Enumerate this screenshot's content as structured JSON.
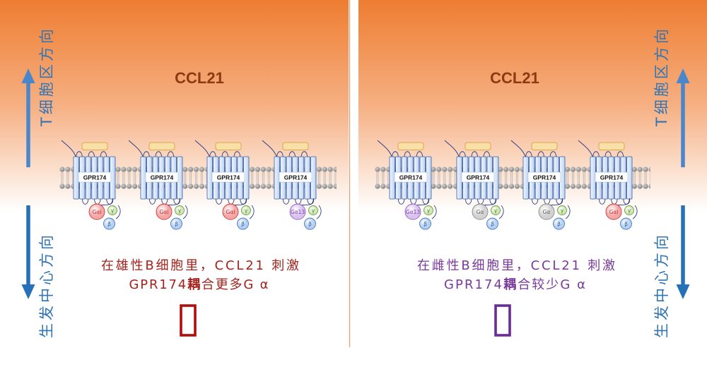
{
  "directions": {
    "t_zone": "T细胞区方向",
    "germinal_center": "生发中心方向"
  },
  "g_beta": "β",
  "g_gamma": "γ",
  "panels": [
    {
      "ligand": "CCL21",
      "accent_color": "#a3231c",
      "mark_color": "#b00d0d",
      "receptors": [
        {
          "label": "GPR174",
          "g_alpha": "Gαi"
        },
        {
          "label": "GPR174",
          "g_alpha": "Gαi"
        },
        {
          "label": "GPR174",
          "g_alpha": "Gαi"
        },
        {
          "label": "GPR174",
          "g_alpha": "Gα13"
        }
      ],
      "caption": {
        "line1": "在雄性B细胞里，CCL21 刺激",
        "line2_start": "GPR174",
        "line2_emphasis": "耦",
        "line2_end": "合更多G α"
      }
    },
    {
      "ligand": "CCL21",
      "accent_color": "#7a3a9c",
      "mark_color": "#6b2c99",
      "receptors": [
        {
          "label": "GPR174",
          "g_alpha": "Gα13"
        },
        {
          "label": "GPR174",
          "g_alpha": "Gα"
        },
        {
          "label": "GPR174",
          "g_alpha": "Gα"
        },
        {
          "label": "GPR174",
          "g_alpha": "Gαi"
        }
      ],
      "caption": {
        "line1": "在雌性B细胞里，CCL21 刺激",
        "line2_start": "GPR174",
        "line2_emphasis": "耦",
        "line2_end": "合较少G α"
      }
    }
  ],
  "g_alpha_colors": {
    "Gαi": {
      "fill": "#f4a7a7",
      "stroke": "#cf3b3b",
      "text": "#c0282a"
    },
    "Gα13": {
      "fill": "#d9c2ee",
      "stroke": "#9566c4",
      "text": "#7d42b5"
    },
    "Gα": {
      "fill": "#d2d2d2",
      "stroke": "#8a8a8a",
      "text": "#5e5e5e"
    }
  },
  "colors": {
    "background_top": "#ee7d31",
    "background_mid": "#f6b083",
    "title": "#8b3a12",
    "direction_text": "#2f74b5",
    "arrow_up": "#4a86cc",
    "arrow_down": "#2470b9",
    "divider": "#dca27b",
    "membrane_head": "#7a7a7a",
    "helix_fill": "#bcd3f2",
    "helix_stroke": "#3a5ea8",
    "loop_stroke": "#2b3f86",
    "ligand_fill": "#f8e0a6",
    "ligand_stroke": "#e2a54a",
    "beta_fill": "#b4d0f2",
    "beta_stroke": "#4b78c2",
    "beta_text": "#2e5a9e",
    "gamma_fill": "#cfe8b4",
    "gamma_stroke": "#6e9b47",
    "gamma_text": "#4f7a28"
  }
}
